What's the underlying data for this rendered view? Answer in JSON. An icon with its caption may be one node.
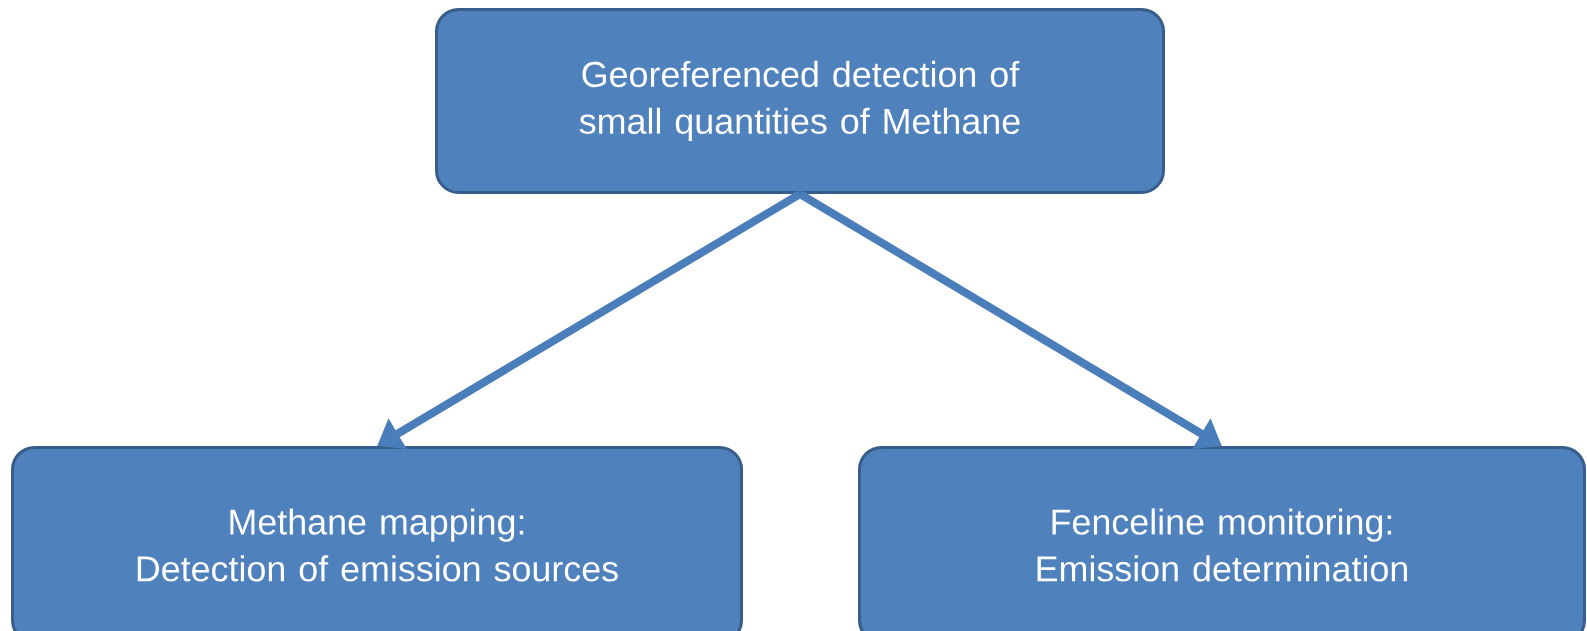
{
  "diagram": {
    "nodes": [
      {
        "text": [
          "Georeferenced detection of small quantities of Methane"
        ]
      },
      {
        "text": [
          "Methane mapping:",
          "Detection of emission sources"
        ]
      },
      {
        "text": [
          "Fenceline monitoring:",
          "Emission determination"
        ]
      }
    ],
    "edges": [
      {
        "from": 0,
        "to": 1,
        "arrow": "to"
      },
      {
        "from": 0,
        "to": 2,
        "arrow": "to"
      }
    ]
  }
}
